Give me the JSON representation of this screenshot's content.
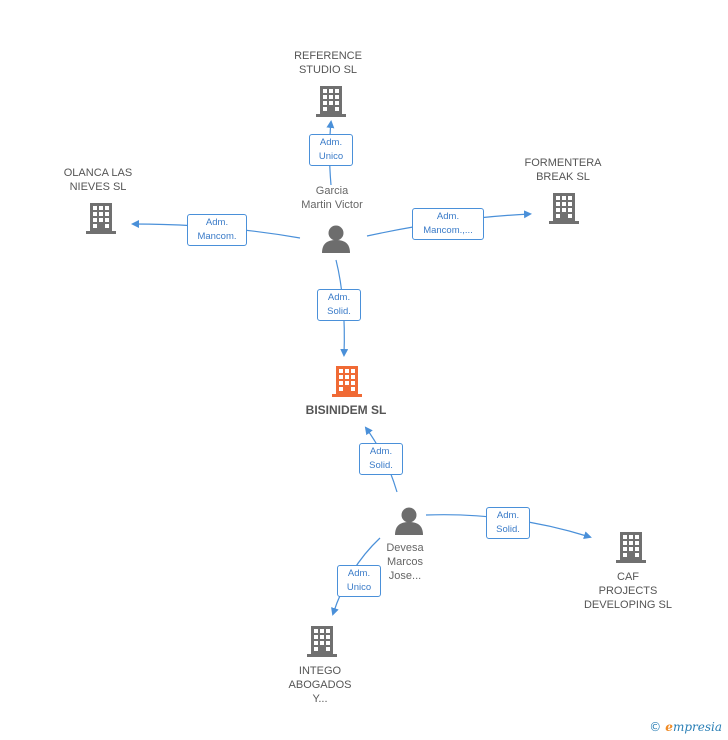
{
  "colors": {
    "edge": "#4a90d9",
    "company": "#707070",
    "center_company": "#f06a35",
    "person": "#6d6d6d"
  },
  "nodes": {
    "reference": [
      "REFERENCE",
      "STUDIO SL"
    ],
    "olanca": [
      "OLANCA LAS",
      "NIEVES  SL"
    ],
    "formentera": [
      "FORMENTERA",
      "BREAK SL"
    ],
    "garcia": [
      "Garcia",
      "Martin Victor"
    ],
    "bisinidem": [
      "BISINIDEM SL"
    ],
    "devesa": [
      "Devesa",
      "Marcos",
      "Jose..."
    ],
    "caf": [
      "CAF",
      "PROJECTS",
      "DEVELOPING SL"
    ],
    "intego": [
      "INTEGO",
      "ABOGADOS",
      "Y..."
    ]
  },
  "edges": {
    "garcia_reference": [
      "Adm.",
      "Unico"
    ],
    "garcia_olanca": [
      "Adm.",
      "Mancom."
    ],
    "garcia_formentera": [
      "Adm.",
      "Mancom.,..."
    ],
    "garcia_bisinidem": [
      "Adm.",
      "Solid."
    ],
    "devesa_bisinidem": [
      "Adm.",
      "Solid."
    ],
    "devesa_caf": [
      "Adm.",
      "Solid."
    ],
    "devesa_intego": [
      "Adm.",
      "Unico"
    ]
  },
  "brand": {
    "copyright": "©",
    "e": "e",
    "rest": "mpresia"
  }
}
